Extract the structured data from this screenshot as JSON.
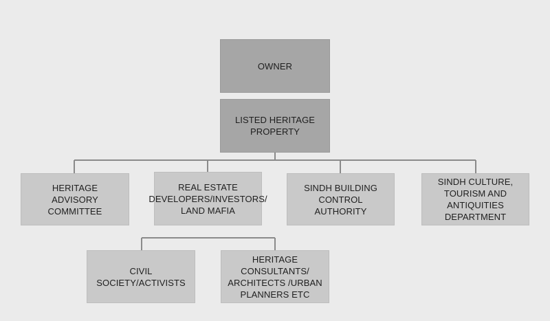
{
  "nodes": {
    "owner": "OWNER",
    "listed_heritage_property": "LISTED HERITAGE\nPROPERTY",
    "heritage_advisory_committee": "HERITAGE\nADVISORY COMMITTEE",
    "real_estate": "REAL ESTATE\nDEVELOPERS/INVESTORS/\nLAND MAFIA",
    "sindh_building_control": "SINDH BUILDING\nCONTROL\nAUTHORITY",
    "sindh_culture": "SINDH CULTURE,\nTOURISM AND\nANTIQUITIES\nDEPARTMENT",
    "civil_society": "CIVIL SOCIETY/ACTIVISTS",
    "heritage_consultants": "HERITAGE CONSULTANTS/\nARCHITECTS /URBAN\nPLANNERS ETC"
  },
  "colors": {
    "top_box": "#a6a6a6",
    "child_box": "#c9c9c9",
    "connector": "#8a8a8a",
    "background": "#ebebeb"
  }
}
